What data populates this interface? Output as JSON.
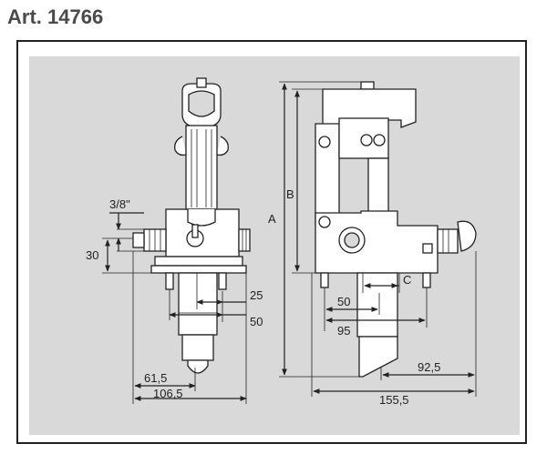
{
  "header": {
    "title": "Art. 14766"
  },
  "colors": {
    "panel": "#d9d9d9",
    "line": "#222222",
    "title": "#4a4a4a"
  },
  "dimensions": {
    "thread": "3/8\"",
    "height_30": "30",
    "dim_25": "25",
    "dim_50_left": "50",
    "dim_61_5": "61,5",
    "dim_106_5": "106,5",
    "label_a": "A",
    "label_b": "B",
    "label_c": "C",
    "dim_50_right": "50",
    "dim_95": "95",
    "dim_92_5": "92,5",
    "dim_155_5": "155,5"
  }
}
